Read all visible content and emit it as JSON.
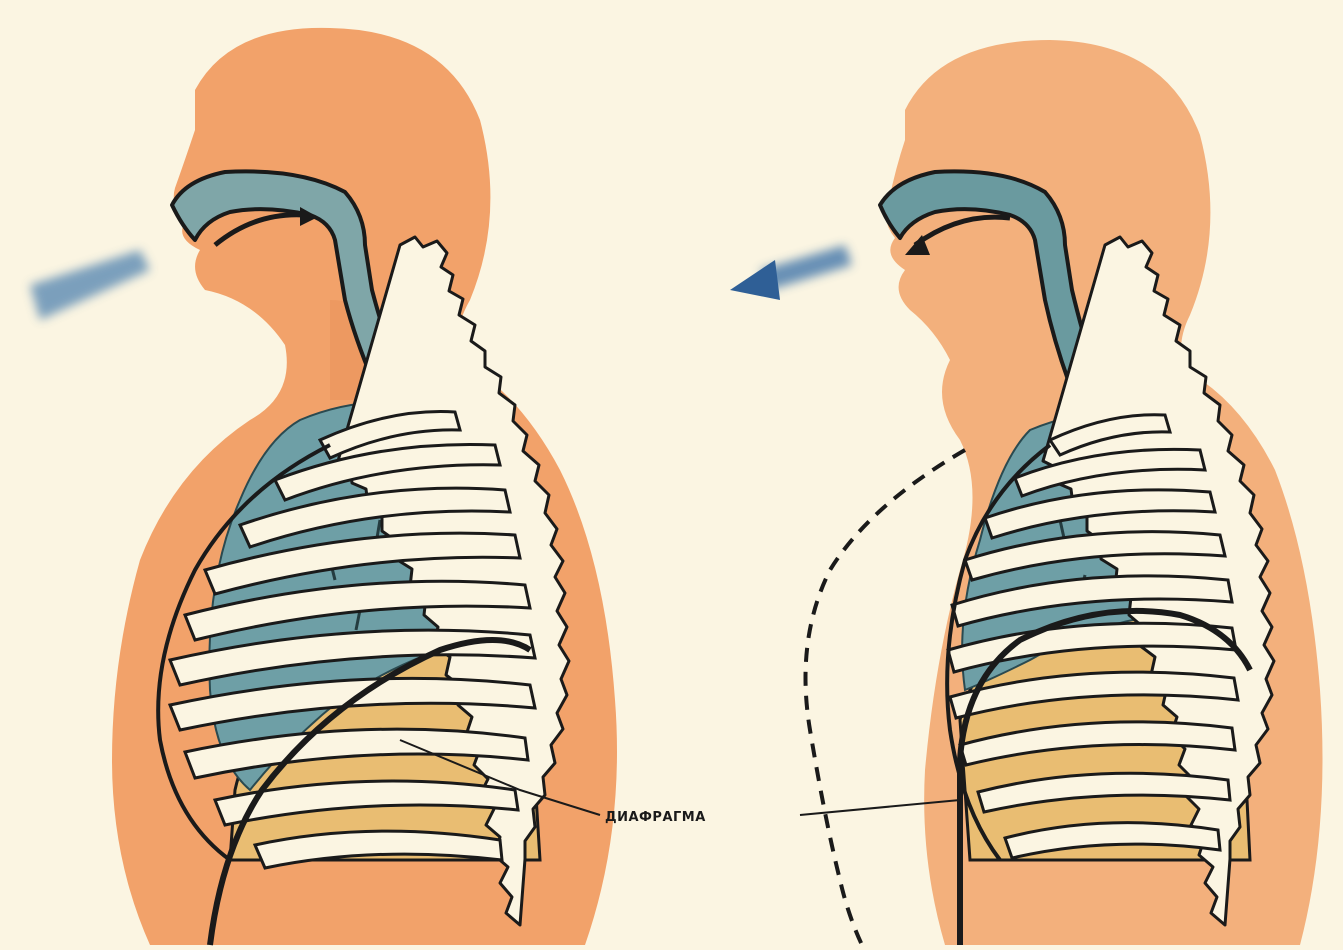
{
  "diagram": {
    "label": "ДИАФРАГМА"
  },
  "colors": {
    "background": "#fbf5e2",
    "body": "#f2a26a",
    "body_light": "#f3b07c",
    "lungs": "#6e9fa6",
    "airway": "#7fa6a8",
    "abdomen": "#e9bd72",
    "outline": "#1a1a1a",
    "ribs": "#fbf5e2",
    "arrow": "#5b8ab3"
  },
  "figures": [
    {
      "name": "inhale",
      "air_direction": "in"
    },
    {
      "name": "exhale",
      "air_direction": "out"
    }
  ]
}
